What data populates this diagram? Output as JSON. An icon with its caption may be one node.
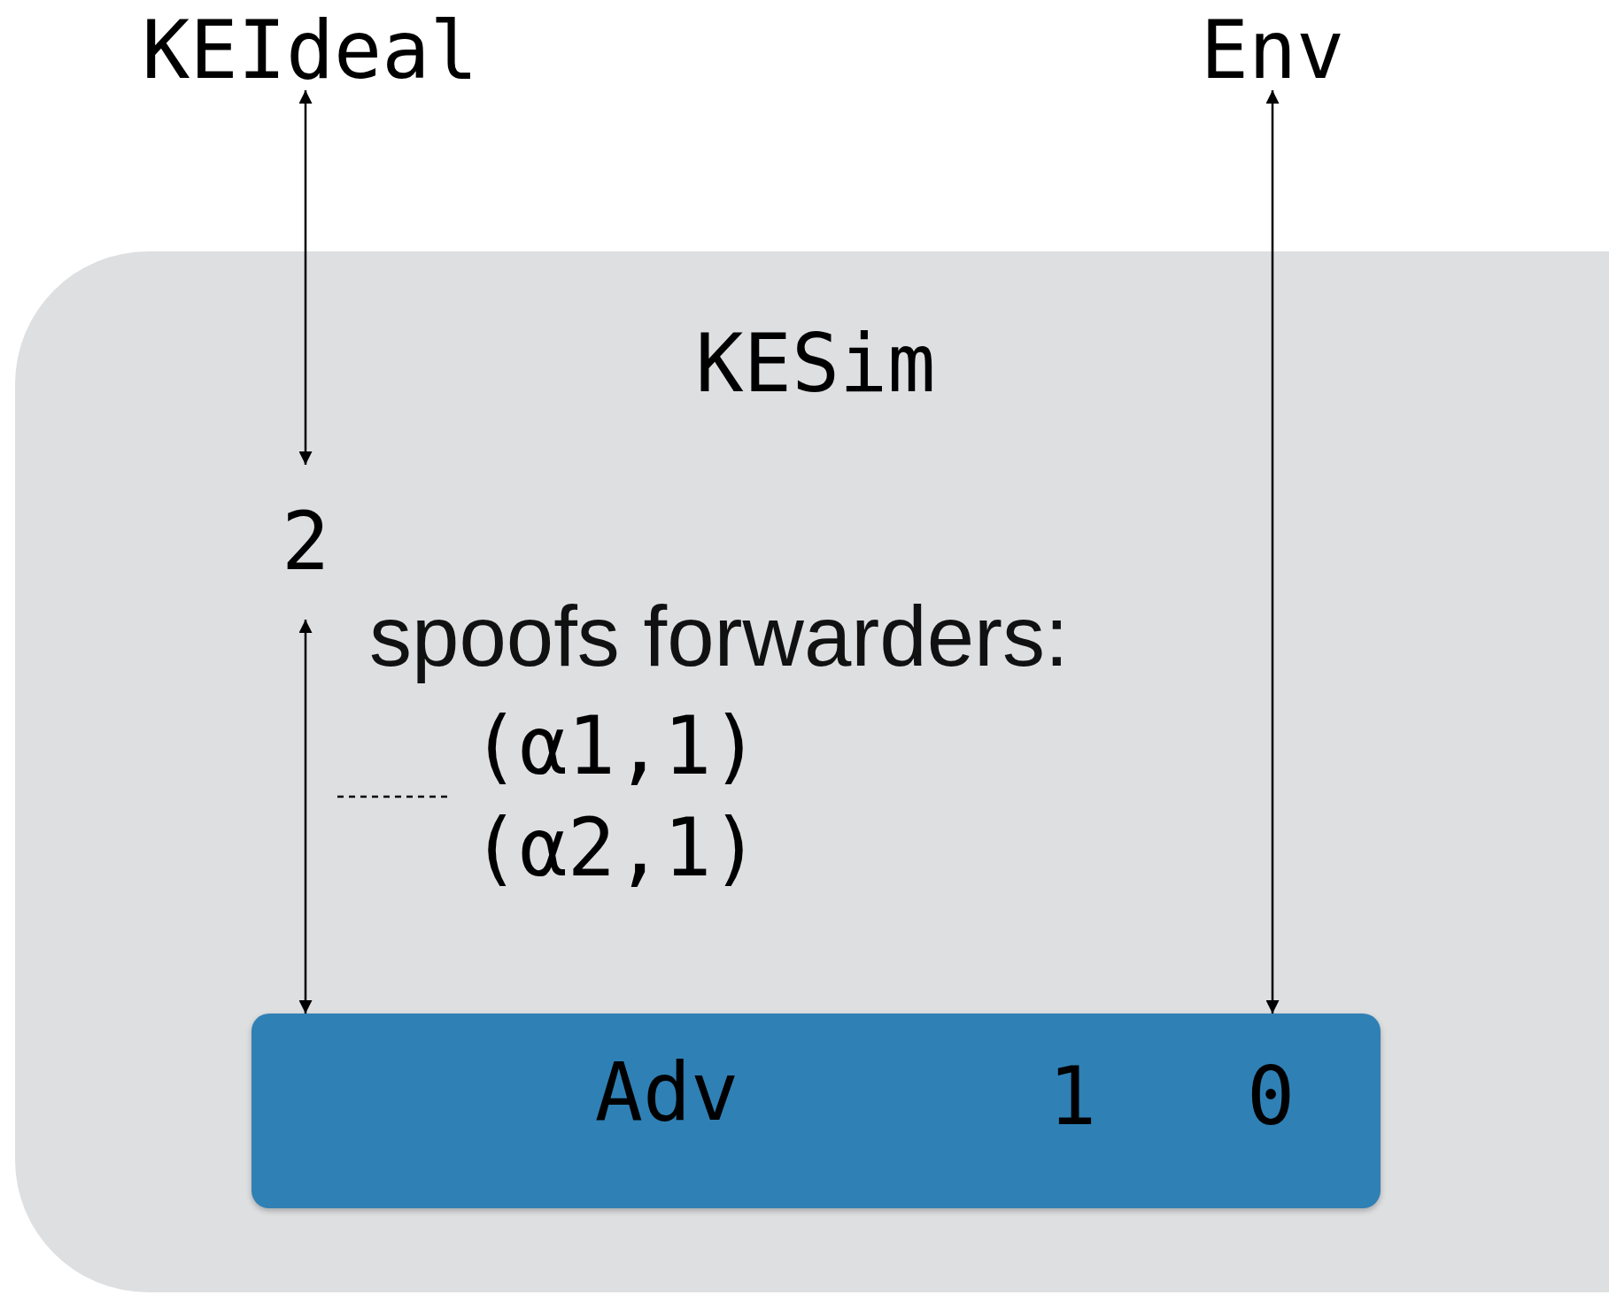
{
  "diagram": {
    "nodes": [
      {
        "text": [
          "KEIdeal"
        ]
      },
      {
        "text": [
          "Env"
        ]
      },
      {
        "text": [
          "KESim"
        ]
      },
      {
        "text": [
          "2"
        ],
        "in": 2
      },
      {
        "text": [
          "(α1,1)",
          "(α2,1)"
        ],
        "in": 2
      },
      {
        "text": [
          "Adv",
          "1",
          "0"
        ],
        "in": 2
      }
    ],
    "edges": [
      {
        "from": 0,
        "to": 3,
        "arrow": "both"
      },
      {
        "from": 3,
        "to": 5,
        "arrow": "both"
      },
      {
        "from": 1,
        "to": 5,
        "arrow": "both"
      },
      {
        "from": 4,
        "to": null,
        "arrow": "none",
        "style": "dashed"
      }
    ],
    "labels": [
      "spoofs forwarders:"
    ]
  }
}
